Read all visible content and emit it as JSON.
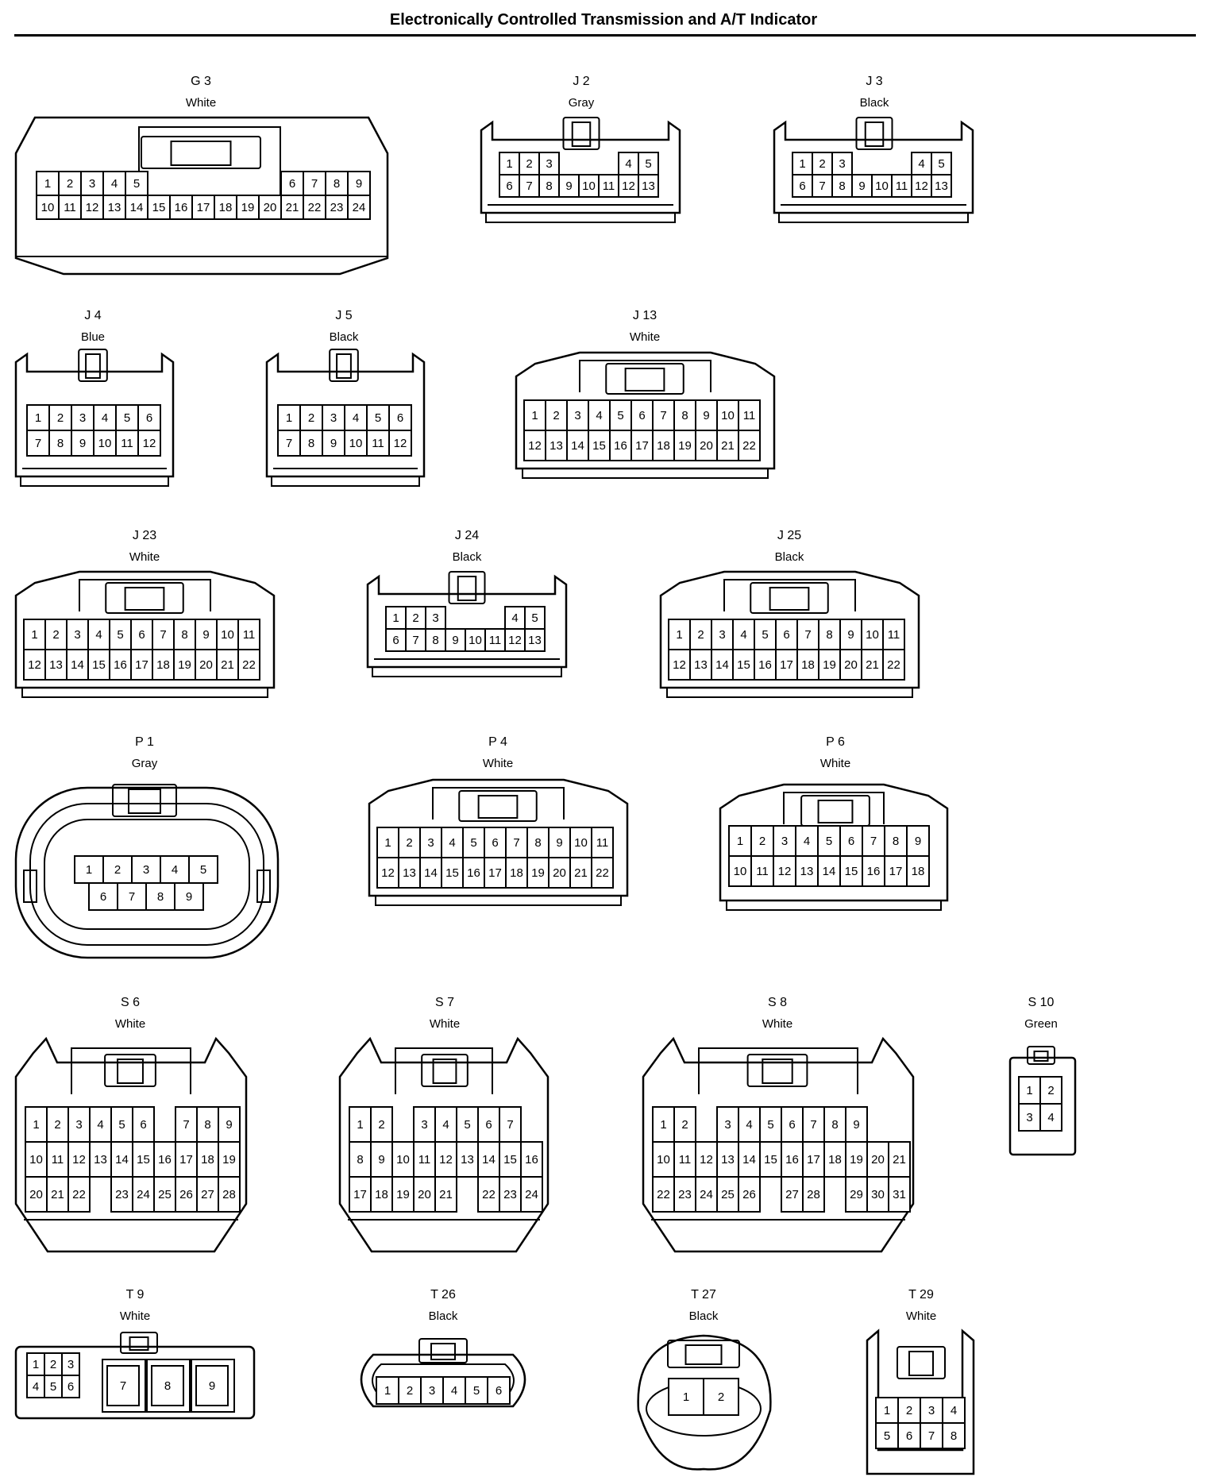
{
  "title": "Electronically Controlled Transmission and A/T Indicator",
  "connectors": [
    {
      "id": "G 3",
      "color": "White",
      "style": "wide",
      "rows": [
        [
          "1",
          "2",
          "3",
          "4",
          "5",
          null,
          null,
          null,
          null,
          null,
          null,
          "6",
          "7",
          "8",
          "9"
        ],
        [
          "10",
          "11",
          "12",
          "13",
          "14",
          "15",
          "16",
          "17",
          "18",
          "19",
          "20",
          "21",
          "22",
          "23",
          "24"
        ]
      ]
    },
    {
      "id": "J 2",
      "color": "Gray",
      "style": "split",
      "rows": [
        [
          "1",
          "2",
          "3",
          null,
          null,
          null,
          "4",
          "5"
        ],
        [
          "6",
          "7",
          "8",
          "9",
          "10",
          "11",
          "12",
          "13"
        ]
      ]
    },
    {
      "id": "J 3",
      "color": "Black",
      "style": "split",
      "rows": [
        [
          "1",
          "2",
          "3",
          null,
          null,
          null,
          "4",
          "5"
        ],
        [
          "6",
          "7",
          "8",
          "9",
          "10",
          "11",
          "12",
          "13"
        ]
      ]
    },
    {
      "id": "J 4",
      "color": "Blue",
      "style": "split",
      "rows": [
        [
          "1",
          "2",
          "3",
          "4",
          "5",
          "6"
        ],
        [
          "7",
          "8",
          "9",
          "10",
          "11",
          "12"
        ]
      ]
    },
    {
      "id": "J 5",
      "color": "Black",
      "style": "split",
      "rows": [
        [
          "1",
          "2",
          "3",
          "4",
          "5",
          "6"
        ],
        [
          "7",
          "8",
          "9",
          "10",
          "11",
          "12"
        ]
      ]
    },
    {
      "id": "J 13",
      "color": "White",
      "style": "box",
      "rows": [
        [
          "1",
          "2",
          "3",
          "4",
          "5",
          "6",
          "7",
          "8",
          "9",
          "10",
          "11"
        ],
        [
          "12",
          "13",
          "14",
          "15",
          "16",
          "17",
          "18",
          "19",
          "20",
          "21",
          "22"
        ]
      ]
    },
    {
      "id": "J 23",
      "color": "White",
      "style": "box",
      "rows": [
        [
          "1",
          "2",
          "3",
          "4",
          "5",
          "6",
          "7",
          "8",
          "9",
          "10",
          "11"
        ],
        [
          "12",
          "13",
          "14",
          "15",
          "16",
          "17",
          "18",
          "19",
          "20",
          "21",
          "22"
        ]
      ]
    },
    {
      "id": "J 24",
      "color": "Black",
      "style": "split",
      "rows": [
        [
          "1",
          "2",
          "3",
          null,
          null,
          null,
          "4",
          "5"
        ],
        [
          "6",
          "7",
          "8",
          "9",
          "10",
          "11",
          "12",
          "13"
        ]
      ]
    },
    {
      "id": "J 25",
      "color": "Black",
      "style": "box",
      "rows": [
        [
          "1",
          "2",
          "3",
          "4",
          "5",
          "6",
          "7",
          "8",
          "9",
          "10",
          "11"
        ],
        [
          "12",
          "13",
          "14",
          "15",
          "16",
          "17",
          "18",
          "19",
          "20",
          "21",
          "22"
        ]
      ]
    },
    {
      "id": "P 1",
      "color": "Gray",
      "style": "oval",
      "rows": [
        [
          "1",
          "2",
          "3",
          "4",
          "5"
        ],
        [
          "6",
          "7",
          "8",
          "9"
        ]
      ]
    },
    {
      "id": "P 4",
      "color": "White",
      "style": "box",
      "rows": [
        [
          "1",
          "2",
          "3",
          "4",
          "5",
          "6",
          "7",
          "8",
          "9",
          "10",
          "11"
        ],
        [
          "12",
          "13",
          "14",
          "15",
          "16",
          "17",
          "18",
          "19",
          "20",
          "21",
          "22"
        ]
      ]
    },
    {
      "id": "P 6",
      "color": "White",
      "style": "box",
      "rows": [
        [
          "1",
          "2",
          "3",
          "4",
          "5",
          "6",
          "7",
          "8",
          "9"
        ],
        [
          "10",
          "11",
          "12",
          "13",
          "14",
          "15",
          "16",
          "17",
          "18"
        ]
      ]
    },
    {
      "id": "S 6",
      "color": "White",
      "style": "tall",
      "rows": [
        [
          "1",
          "2",
          "3",
          "4",
          "5",
          "6",
          null,
          "7",
          "8",
          "9"
        ],
        [
          "10",
          "11",
          "12",
          "13",
          "14",
          "15",
          "16",
          "17",
          "18",
          "19"
        ],
        [
          "20",
          "21",
          "22",
          null,
          "23",
          "24",
          "25",
          "26",
          "27",
          "28"
        ]
      ]
    },
    {
      "id": "S 7",
      "color": "White",
      "style": "tall",
      "rows": [
        [
          "1",
          "2",
          null,
          "3",
          "4",
          "5",
          "6",
          "7"
        ],
        [
          "8",
          "9",
          "10",
          "11",
          "12",
          "13",
          "14",
          "15",
          "16"
        ],
        [
          "17",
          "18",
          "19",
          "20",
          "21",
          null,
          "22",
          "23",
          "24"
        ]
      ]
    },
    {
      "id": "S 8",
      "color": "White",
      "style": "tall",
      "rows": [
        [
          "1",
          "2",
          null,
          "3",
          "4",
          "5",
          "6",
          "7",
          "8",
          "9"
        ],
        [
          "10",
          "11",
          "12",
          "13",
          "14",
          "15",
          "16",
          "17",
          "18",
          "19",
          "20",
          "21"
        ],
        [
          "22",
          "23",
          "24",
          "25",
          "26",
          null,
          "27",
          "28",
          null,
          "29",
          "30",
          "31"
        ]
      ]
    },
    {
      "id": "S 10",
      "color": "Green",
      "style": "small",
      "rows": [
        [
          "1",
          "2"
        ],
        [
          "3",
          "4"
        ]
      ]
    },
    {
      "id": "T 9",
      "color": "White",
      "style": "t9",
      "rows": [
        [
          "1",
          "2",
          "3"
        ],
        [
          "4",
          "5",
          "6"
        ]
      ],
      "big": [
        "7",
        "8",
        "9"
      ]
    },
    {
      "id": "T 26",
      "color": "Black",
      "style": "t26",
      "rows": [
        [
          "1",
          "2",
          "3",
          "4",
          "5",
          "6"
        ]
      ]
    },
    {
      "id": "T 27",
      "color": "Black",
      "style": "t27",
      "rows": [
        [
          "1",
          "2"
        ]
      ]
    },
    {
      "id": "T 29",
      "color": "White",
      "style": "t29",
      "rows": [
        [
          "1",
          "2",
          "3",
          "4"
        ],
        [
          "5",
          "6",
          "7",
          "8"
        ]
      ]
    }
  ]
}
